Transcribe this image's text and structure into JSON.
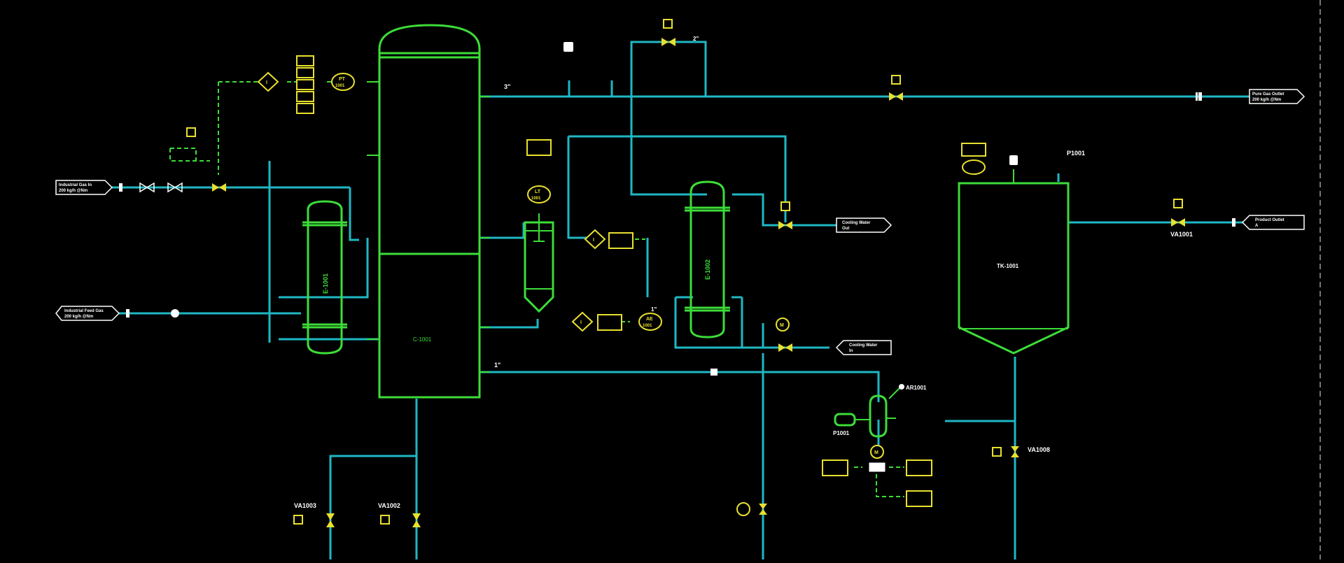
{
  "colors": {
    "background": "#000000",
    "process_line": "#1fb7c4",
    "equipment": "#3ddc38",
    "instrument": "#e8e030",
    "text": "#ffffff",
    "border": "#9a9a9a"
  },
  "equipment": {
    "column": "C-1001",
    "exchanger1": "E-1001",
    "exchanger2": "E-1002",
    "tank": "TK-1001",
    "pump": "P1001",
    "tank_valve": "P1001",
    "agitator": "AR1001"
  },
  "valves": {
    "va1001": "VA1001",
    "va1002": "VA1002",
    "va1003": "VA1003",
    "va1008": "VA1008"
  },
  "instruments": {
    "pt": {
      "letters": "PT",
      "num": "1001"
    },
    "lt": {
      "letters": "LT",
      "num": "1001"
    },
    "ae": {
      "letters": "AE",
      "num": "1001"
    },
    "m": "M",
    "diamond": "I"
  },
  "line_sizes": {
    "top": "3\"",
    "mid": "1\"",
    "h1": "2\"",
    "h2": "1\""
  },
  "streams": {
    "in1": [
      "Industrial Gas In",
      "200 kg/h @Nm"
    ],
    "in2": [
      "Industrial Feed Gas",
      "200 kg/h @Nm"
    ],
    "out_top": [
      "Pure Gas Outlet",
      "200 kg/h @Nm"
    ],
    "cw_out": [
      "Cooling Water",
      "Out"
    ],
    "cw_in": [
      "Cooling Water",
      "In"
    ],
    "prod": [
      "Product Outlet",
      "A"
    ]
  }
}
